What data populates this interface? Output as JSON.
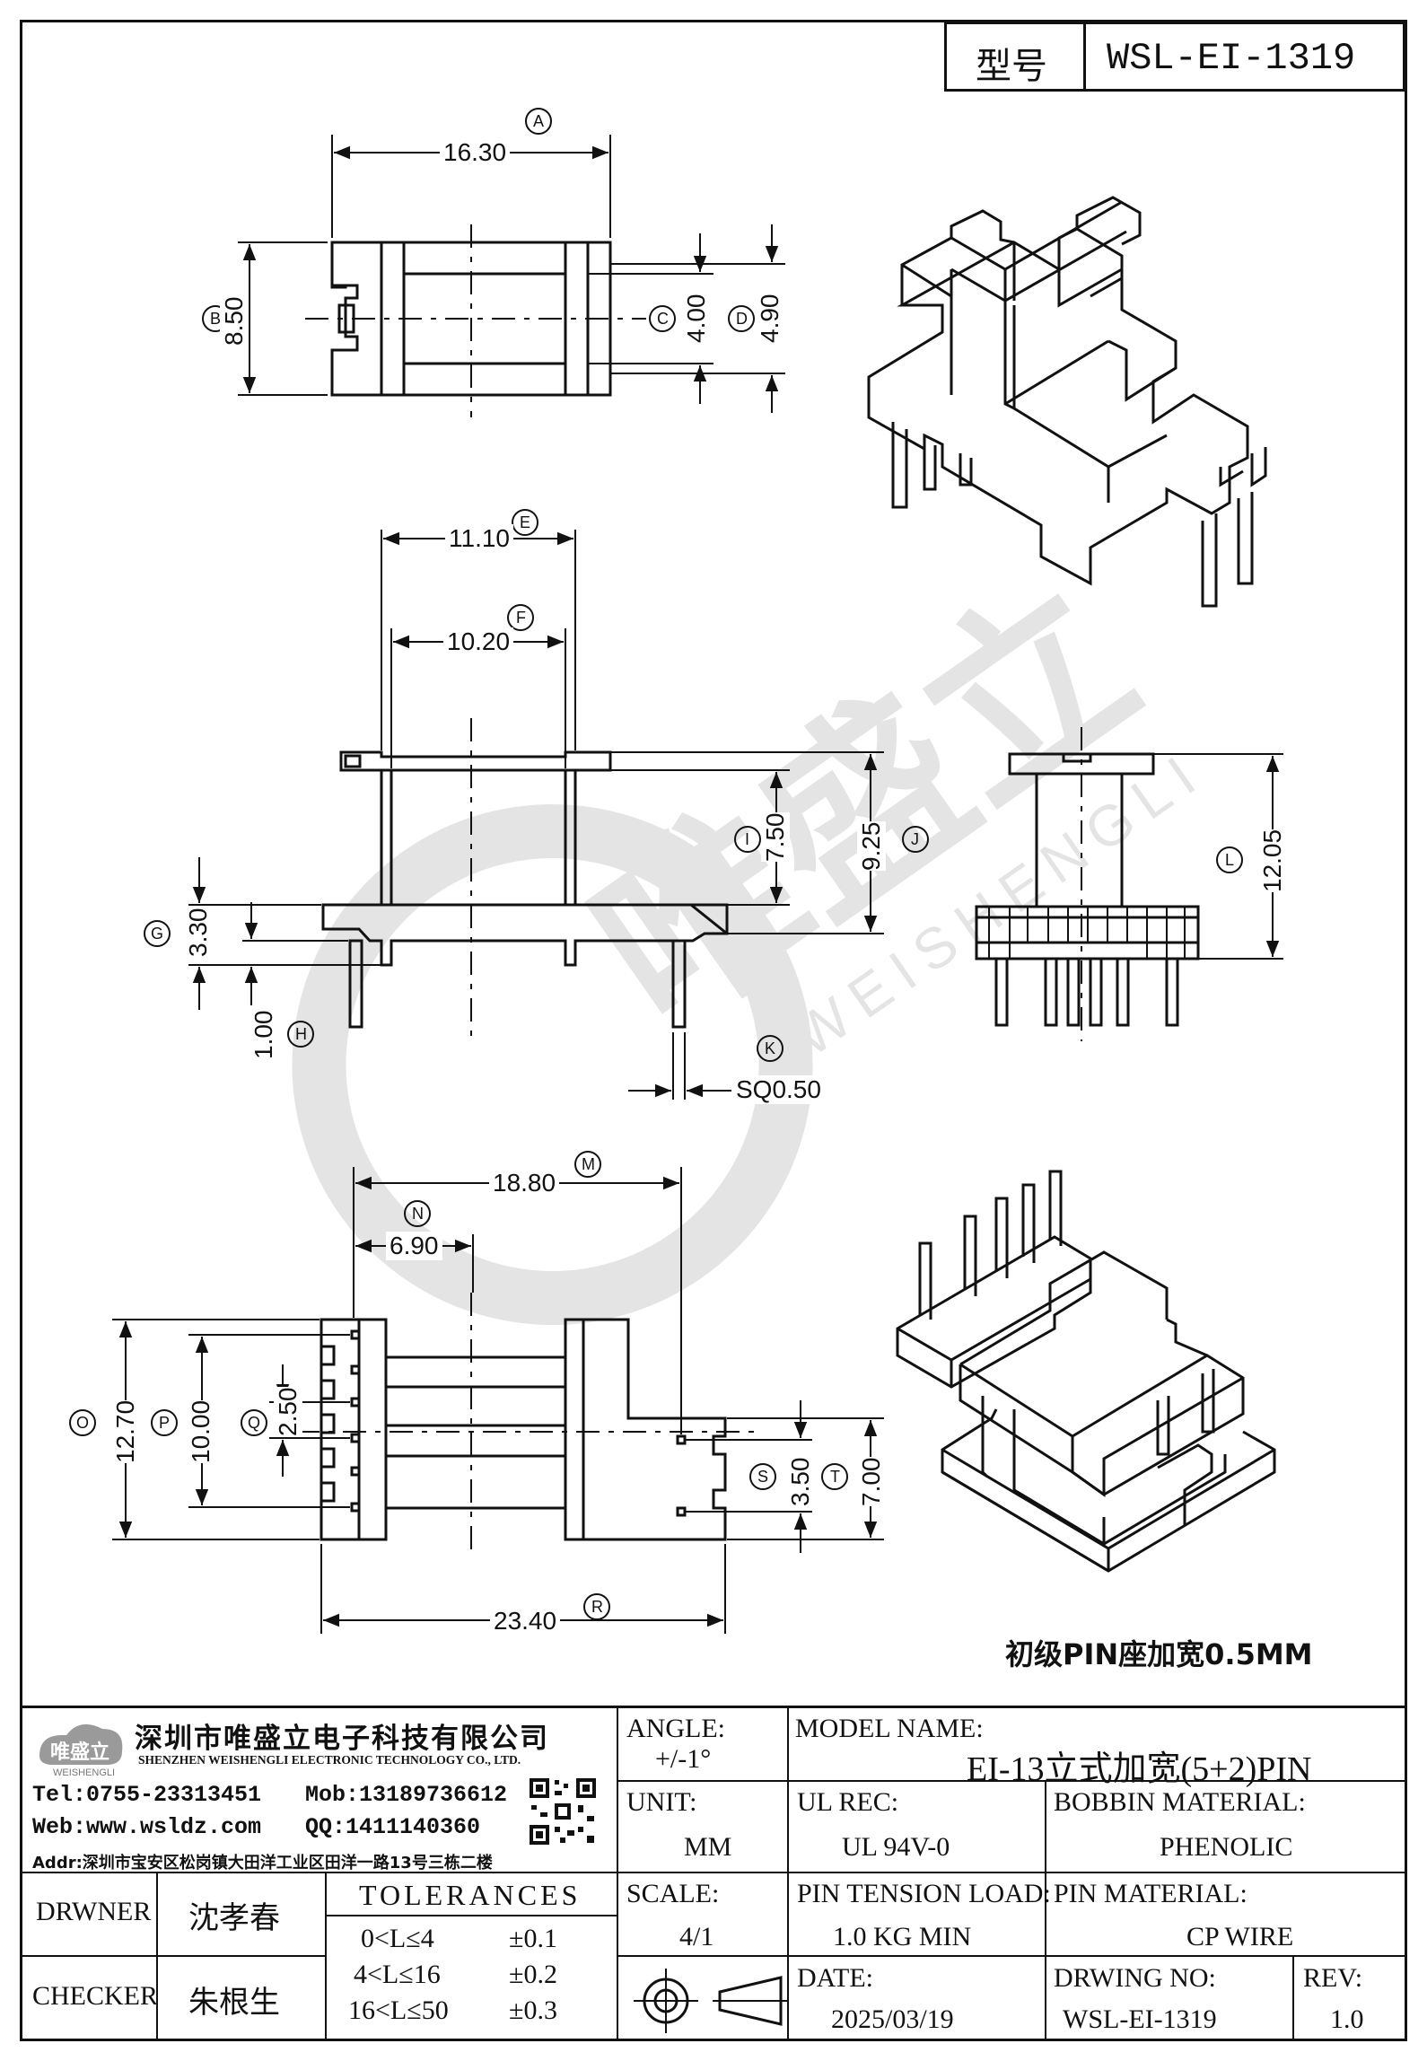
{
  "model_box": {
    "label": "型号",
    "value": "WSL-EI-1319"
  },
  "dimensions": {
    "top_view": {
      "A": "16.30",
      "B": "8.50",
      "C": "4.00",
      "D": "4.90"
    },
    "front_view": {
      "E": "11.10",
      "F": "10.20",
      "G": "3.30",
      "H": "1.00",
      "I": "7.50",
      "J": "9.25",
      "K": "SQ0.50"
    },
    "side_view": {
      "L": "12.05"
    },
    "bottom_view": {
      "M": "18.80",
      "N": "6.90",
      "O": "12.70",
      "P": "10.00",
      "Q": "2.50",
      "R": "23.40",
      "S": "3.50",
      "T": "7.00"
    }
  },
  "letters": [
    "A",
    "B",
    "C",
    "D",
    "E",
    "F",
    "G",
    "H",
    "I",
    "J",
    "K",
    "L",
    "M",
    "N",
    "O",
    "P",
    "Q",
    "R",
    "S",
    "T"
  ],
  "note": "初级PIN座加宽0.5MM",
  "watermark": {
    "brand": "唯盛立",
    "brand_en": "WEISHENGLI"
  },
  "company": {
    "logo_text": "唯盛立",
    "logo_sub": "WEISHENGLI",
    "name_cn": "深圳市唯盛立电子科技有限公司",
    "name_en": "SHENZHEN WEISHENGLI ELECTRONIC TECHNOLOGY CO., LTD.",
    "tel": "Tel:0755-23313451",
    "mob": "Mob:13189736612",
    "web": "Web:www.wsldz.com",
    "qq": "QQ:1411140360",
    "addr": "Addr:深圳市宝安区松岗镇大田洋工业区田洋一路13号三栋二楼"
  },
  "title_block": {
    "angle_label": "ANGLE:",
    "angle_value": "+/-1°",
    "model_name_label": "MODEL NAME:",
    "model_name_value": "EI-13立式加宽(5+2)PIN",
    "unit_label": "UNIT:",
    "unit_value": "MM",
    "ul_label": "UL REC:",
    "ul_value": "UL 94V-0",
    "bobbin_label": "BOBBIN MATERIAL:",
    "bobbin_value": "PHENOLIC",
    "drawer_label": "DRWNER",
    "drawer_value": "沈孝春",
    "tolerances_label": "TOLERANCES",
    "tol_rows": [
      {
        "range": "0<L≤4",
        "tol": "±0.1"
      },
      {
        "range": "4<L≤16",
        "tol": "±0.2"
      },
      {
        "range": "16<L≤50",
        "tol": "±0.3"
      }
    ],
    "scale_label": "SCALE:",
    "scale_value": "4/1",
    "pin_tension_label": "PIN TENSION LOAD:",
    "pin_tension_value": "1.0 KG MIN",
    "pin_material_label": "PIN MATERIAL:",
    "pin_material_value": "CP WIRE",
    "checker_label": "CHECKER",
    "checker_value": "朱根生",
    "date_label": "DATE:",
    "date_value": "2025/03/19",
    "drawing_no_label": "DRWING NO:",
    "drawing_no_value": "WSL-EI-1319",
    "rev_label": "REV:",
    "rev_value": "1.0"
  }
}
